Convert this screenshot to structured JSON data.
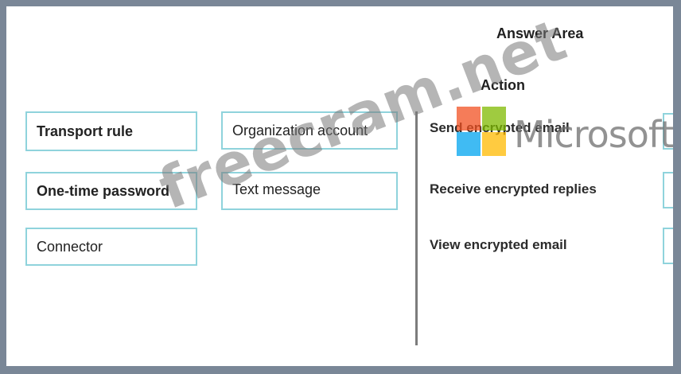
{
  "header": {
    "title": "Answer Area",
    "action_column": "Action"
  },
  "options": [
    {
      "label": "Transport rule"
    },
    {
      "label": "Organization account"
    },
    {
      "label": "One-time password"
    },
    {
      "label": "Text message"
    },
    {
      "label": "Connector"
    }
  ],
  "actions": [
    {
      "label": "Send encrypted email"
    },
    {
      "label": "Receive encrypted replies"
    },
    {
      "label": "View encrypted email"
    }
  ],
  "watermarks": {
    "brand": "Microsoft",
    "site": "freecram.net",
    "logo_colors": [
      "#f25022",
      "#7fba00",
      "#00a4ef",
      "#ffb900"
    ]
  }
}
